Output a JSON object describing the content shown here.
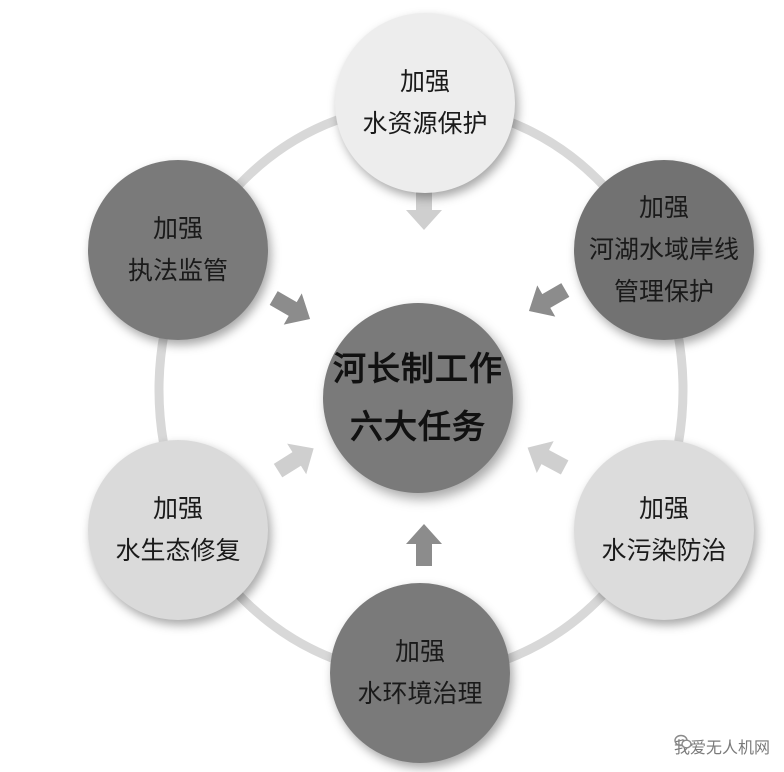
{
  "center": {
    "line1": "河长制工作",
    "line2": "六大任务",
    "color": "#7a7a7a"
  },
  "nodes": [
    {
      "id": "water-resource-protection",
      "lines": [
        "加强",
        "水资源保护"
      ],
      "color": "#ededed"
    },
    {
      "id": "shoreline-management",
      "lines": [
        "加强",
        "河湖水域岸线",
        "管理保护"
      ],
      "color": "#727272"
    },
    {
      "id": "pollution-prevention",
      "lines": [
        "加强",
        "水污染防治"
      ],
      "color": "#dcdcdc"
    },
    {
      "id": "environment-governance",
      "lines": [
        "加强",
        "水环境治理"
      ],
      "color": "#7a7a7a"
    },
    {
      "id": "ecology-restoration",
      "lines": [
        "加强",
        "水生态修复"
      ],
      "color": "#dadada"
    },
    {
      "id": "law-enforcement",
      "lines": [
        "加强",
        "执法监管"
      ],
      "color": "#7a7a7a"
    }
  ],
  "ring_color": "#d8d8d8",
  "arrow_colors": {
    "light": "#cfcfcf",
    "dark": "#8c8c8c"
  },
  "watermark": {
    "text": "我爱无人机网",
    "icon": "chat-bubbles-icon"
  }
}
